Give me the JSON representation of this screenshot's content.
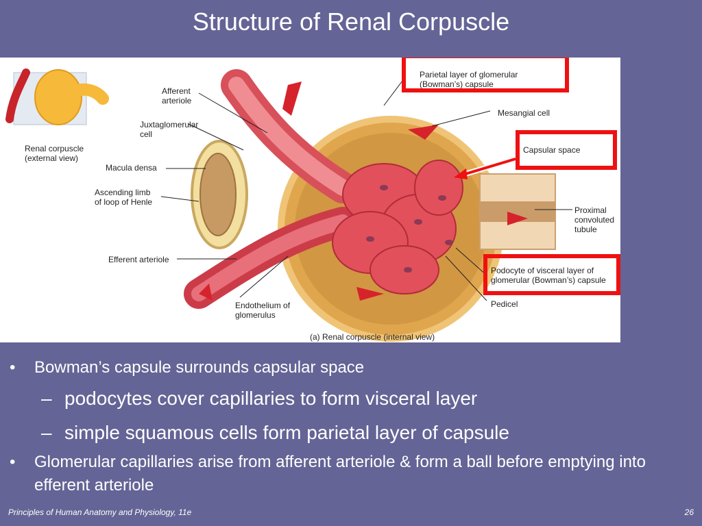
{
  "slide": {
    "title": "Structure of Renal Corpuscle",
    "footer": "Principles of Human Anatomy and Physiology, 11e",
    "page_number": "26"
  },
  "figure": {
    "caption": "(a) Renal corpuscle (internal view)",
    "inset_label": "Renal corpuscle\n(external view)",
    "labels": {
      "afferent": "Afferent\narteriole",
      "juxta": "Juxtaglomerular\ncell",
      "macula": "Macula densa",
      "ascending": "Ascending limb\nof loop of Henle",
      "efferent": "Efferent arteriole",
      "endothelium": "Endothelium of\nglomerulus",
      "parietal": "Parietal layer of glomerular\n(Bowman’s) capsule",
      "mesangial": "Mesangial cell",
      "capsular": "Capsular space",
      "proximal": "Proximal\nconvoluted\ntubule",
      "podocyte": "Podocyte of visceral layer of\nglomerular (Bowman’s) capsule",
      "pedicel": "Pedicel"
    },
    "highlight_color": "#ee1111"
  },
  "bullets": [
    {
      "level": 1,
      "marker": "•",
      "text": "Bowman’s capsule surrounds capsular space"
    },
    {
      "level": 2,
      "marker": "–",
      "text": "podocytes cover capillaries to form visceral layer"
    },
    {
      "level": 2,
      "marker": "–",
      "text": "simple squamous cells form parietal layer of capsule"
    },
    {
      "level": 1,
      "marker": "•",
      "text": "Glomerular capillaries arise from afferent arteriole & form a ball before emptying into efferent arteriole"
    }
  ]
}
